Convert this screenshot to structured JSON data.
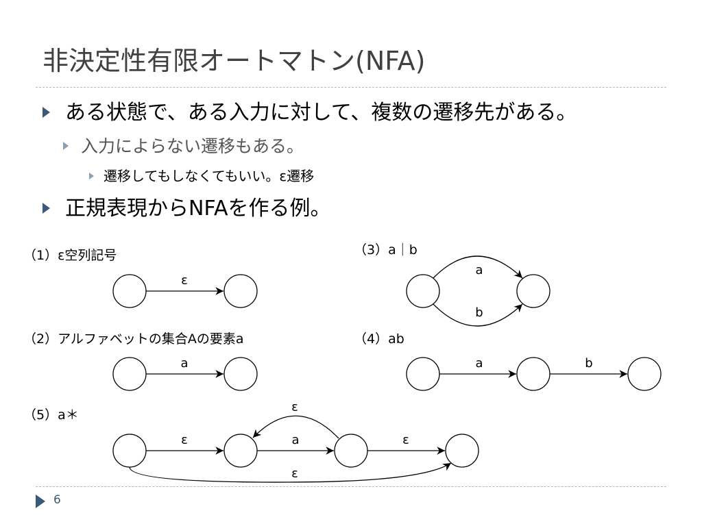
{
  "slide": {
    "title": "非決定性有限オートマトン(NFA)",
    "page_number": "6"
  },
  "bullets": {
    "b1": "ある状態で、ある入力に対して、複数の遷移先がある。",
    "b1_sub": "入力によらない遷移もある。",
    "b1_sub_sub": "遷移してもしなくてもいい。ε遷移",
    "b2": "正規表現からNFAを作る例。"
  },
  "diagrams": {
    "d1": {
      "label": "（1）ε空列記号",
      "edge": "ε"
    },
    "d2": {
      "label": "（2）アルファベットの集合Aの要素a",
      "edge": "a"
    },
    "d3": {
      "label": "（3）a｜b",
      "edge_top": "a",
      "edge_bottom": "b"
    },
    "d4": {
      "label": "（4）ab",
      "edge1": "a",
      "edge2": "b"
    },
    "d5": {
      "label": "（5）a＊",
      "edge_in": "ε",
      "edge_loop": "ε",
      "edge_mid": "a",
      "edge_out": "ε",
      "edge_skip": "ε"
    }
  }
}
